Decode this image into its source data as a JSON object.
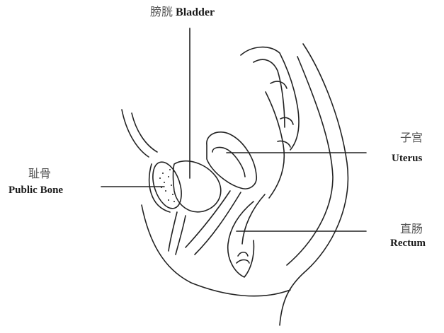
{
  "labels": {
    "bladder": {
      "zh": "膀胱",
      "en": "Bladder"
    },
    "uterus": {
      "zh": "子宫",
      "en": "Uterus"
    },
    "pubic_bone": {
      "zh": "耻骨",
      "en": "Public Bone"
    },
    "rectum": {
      "zh": "直肠",
      "en": "Rectum"
    }
  }
}
